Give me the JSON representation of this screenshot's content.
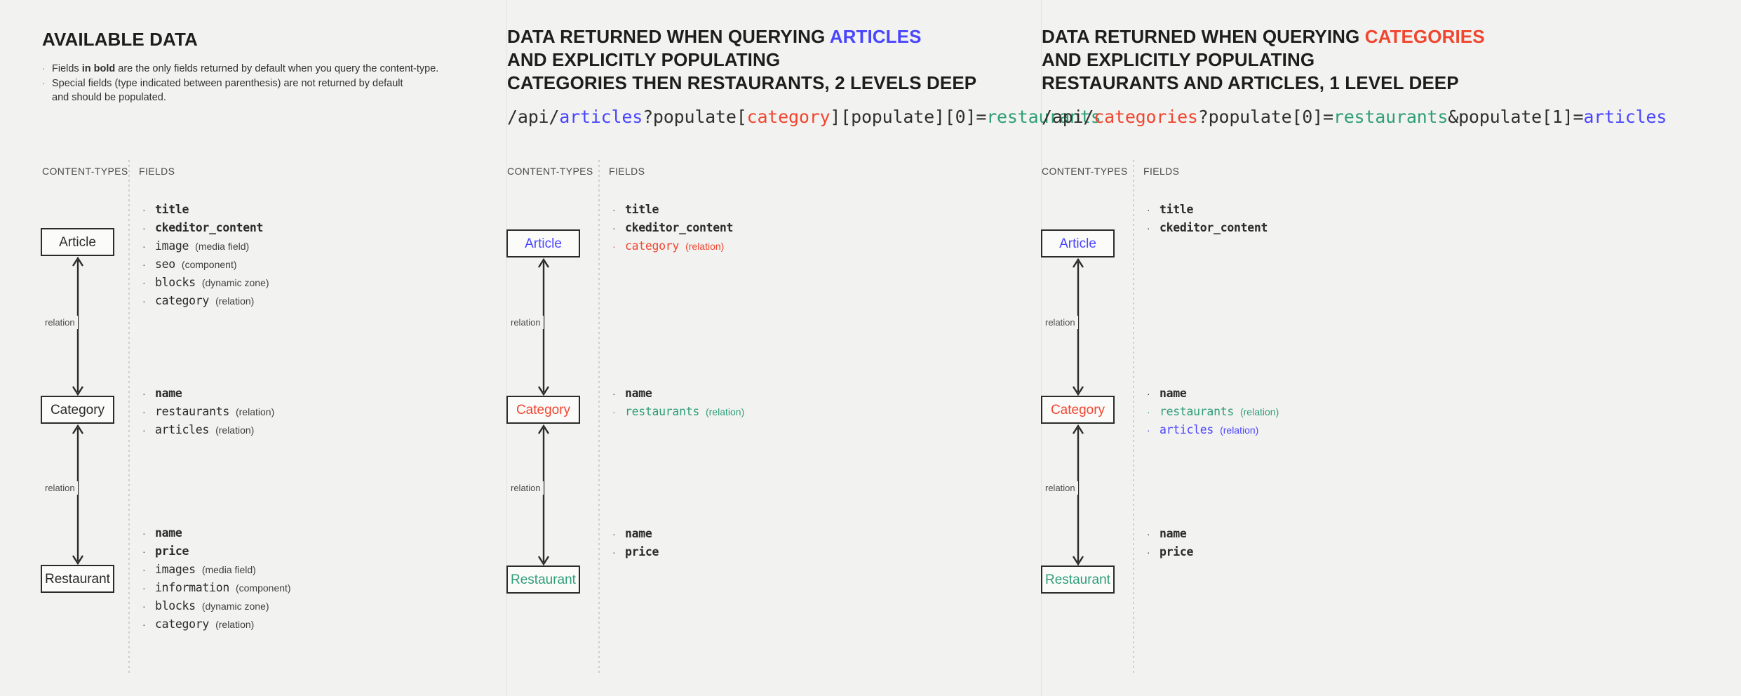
{
  "colors": {
    "background": "#f2f2f1",
    "text": "#2b2b2a",
    "blue": "#4945ff",
    "red": "#f0462f",
    "green": "#2f9e79",
    "border": "#2b2b2a",
    "muted": "#4a4a49"
  },
  "panels": [
    {
      "id": "available-data",
      "heading": {
        "pre": "AVAILABLE DATA",
        "highlight": "",
        "highlight_color": "",
        "lines": [
          "AVAILABLE DATA"
        ]
      },
      "notes": [
        {
          "pre": "Fields ",
          "bold": "in bold",
          "post": " are the only fields returned by default when you query the content-type."
        },
        {
          "pre": "Special fields (type indicated between parenthesis) are not returned by default\nand should be populated.",
          "bold": "",
          "post": ""
        }
      ],
      "api_url": null,
      "col_headers": {
        "content_types": "CONTENT-TYPES",
        "fields": "FIELDS"
      },
      "relation_label": "relation",
      "nodes": [
        {
          "name": "Article",
          "color": "default"
        },
        {
          "name": "Category",
          "color": "default"
        },
        {
          "name": "Restaurant",
          "color": "default"
        }
      ],
      "field_groups": [
        {
          "for": "Article",
          "fields": [
            {
              "name": "title",
              "type": "",
              "bold": true,
              "color": "default"
            },
            {
              "name": "ckeditor_content",
              "type": "",
              "bold": true,
              "color": "default"
            },
            {
              "name": "image",
              "type": "(media field)",
              "bold": false,
              "color": "default"
            },
            {
              "name": "seo",
              "type": "(component)",
              "bold": false,
              "color": "default"
            },
            {
              "name": "blocks",
              "type": "(dynamic zone)",
              "bold": false,
              "color": "default"
            },
            {
              "name": "category",
              "type": "(relation)",
              "bold": false,
              "color": "default"
            }
          ]
        },
        {
          "for": "Category",
          "fields": [
            {
              "name": "name",
              "type": "",
              "bold": true,
              "color": "default"
            },
            {
              "name": "restaurants",
              "type": "(relation)",
              "bold": false,
              "color": "default"
            },
            {
              "name": "articles",
              "type": "(relation)",
              "bold": false,
              "color": "default"
            }
          ]
        },
        {
          "for": "Restaurant",
          "fields": [
            {
              "name": "name",
              "type": "",
              "bold": true,
              "color": "default"
            },
            {
              "name": "price",
              "type": "",
              "bold": true,
              "color": "default"
            },
            {
              "name": "images",
              "type": "(media field)",
              "bold": false,
              "color": "default"
            },
            {
              "name": "information",
              "type": "(component)",
              "bold": false,
              "color": "default"
            },
            {
              "name": "blocks",
              "type": "(dynamic zone)",
              "bold": false,
              "color": "default"
            },
            {
              "name": "category",
              "type": "(relation)",
              "bold": false,
              "color": "default"
            }
          ]
        }
      ]
    },
    {
      "id": "query-articles",
      "heading": {
        "line1_pre": "DATA RETURNED WHEN QUERYING ",
        "line1_hl": "ARTICLES",
        "line1_hl_color": "blue",
        "line2": "AND EXPLICITLY POPULATING",
        "line3": "CATEGORIES THEN RESTAURANTS, 2 LEVELS DEEP"
      },
      "api_url": {
        "tokens": [
          {
            "text": "/api/",
            "color": "default"
          },
          {
            "text": "articles",
            "color": "blue"
          },
          {
            "text": "?populate[",
            "color": "default"
          },
          {
            "text": "category",
            "color": "red"
          },
          {
            "text": "][populate][0]=",
            "color": "default"
          },
          {
            "text": "restaurants",
            "color": "green"
          }
        ],
        "plain": "/api/articles?populate[category][populate][0]=restaurants"
      },
      "col_headers": {
        "content_types": "CONTENT-TYPES",
        "fields": "FIELDS"
      },
      "relation_label": "relation",
      "nodes": [
        {
          "name": "Article",
          "color": "blue"
        },
        {
          "name": "Category",
          "color": "red"
        },
        {
          "name": "Restaurant",
          "color": "green"
        }
      ],
      "field_groups": [
        {
          "for": "Article",
          "fields": [
            {
              "name": "title",
              "type": "",
              "bold": true,
              "color": "default"
            },
            {
              "name": "ckeditor_content",
              "type": "",
              "bold": true,
              "color": "default"
            },
            {
              "name": "category",
              "type": "(relation)",
              "bold": false,
              "color": "red"
            }
          ]
        },
        {
          "for": "Category",
          "fields": [
            {
              "name": "name",
              "type": "",
              "bold": true,
              "color": "default"
            },
            {
              "name": "restaurants",
              "type": "(relation)",
              "bold": false,
              "color": "green"
            }
          ]
        },
        {
          "for": "Restaurant",
          "fields": [
            {
              "name": "name",
              "type": "",
              "bold": true,
              "color": "default"
            },
            {
              "name": "price",
              "type": "",
              "bold": true,
              "color": "default"
            }
          ]
        }
      ]
    },
    {
      "id": "query-categories",
      "heading": {
        "line1_pre": "DATA RETURNED WHEN QUERYING ",
        "line1_hl": "CATEGORIES",
        "line1_hl_color": "red",
        "line2": "AND EXPLICITLY POPULATING",
        "line3": "RESTAURANTS AND ARTICLES, 1 LEVEL DEEP"
      },
      "api_url": {
        "tokens": [
          {
            "text": "/api/",
            "color": "default"
          },
          {
            "text": "categories",
            "color": "red"
          },
          {
            "text": "?populate[0]=",
            "color": "default"
          },
          {
            "text": "restaurants",
            "color": "green"
          },
          {
            "text": "&populate[1]=",
            "color": "default"
          },
          {
            "text": "articles",
            "color": "blue"
          }
        ],
        "plain": "/api/categories?populate[0]=restaurants&populate[1]=articles"
      },
      "col_headers": {
        "content_types": "CONTENT-TYPES",
        "fields": "FIELDS"
      },
      "relation_label": "relation",
      "nodes": [
        {
          "name": "Article",
          "color": "blue"
        },
        {
          "name": "Category",
          "color": "red"
        },
        {
          "name": "Restaurant",
          "color": "green"
        }
      ],
      "field_groups": [
        {
          "for": "Article",
          "fields": [
            {
              "name": "title",
              "type": "",
              "bold": true,
              "color": "default"
            },
            {
              "name": "ckeditor_content",
              "type": "",
              "bold": true,
              "color": "default"
            }
          ]
        },
        {
          "for": "Category",
          "fields": [
            {
              "name": "name",
              "type": "",
              "bold": true,
              "color": "default"
            },
            {
              "name": "restaurants",
              "type": "(relation)",
              "bold": false,
              "color": "green"
            },
            {
              "name": "articles",
              "type": "(relation)",
              "bold": false,
              "color": "blue"
            }
          ]
        },
        {
          "for": "Restaurant",
          "fields": [
            {
              "name": "name",
              "type": "",
              "bold": true,
              "color": "default"
            },
            {
              "name": "price",
              "type": "",
              "bold": true,
              "color": "default"
            }
          ]
        }
      ]
    }
  ]
}
